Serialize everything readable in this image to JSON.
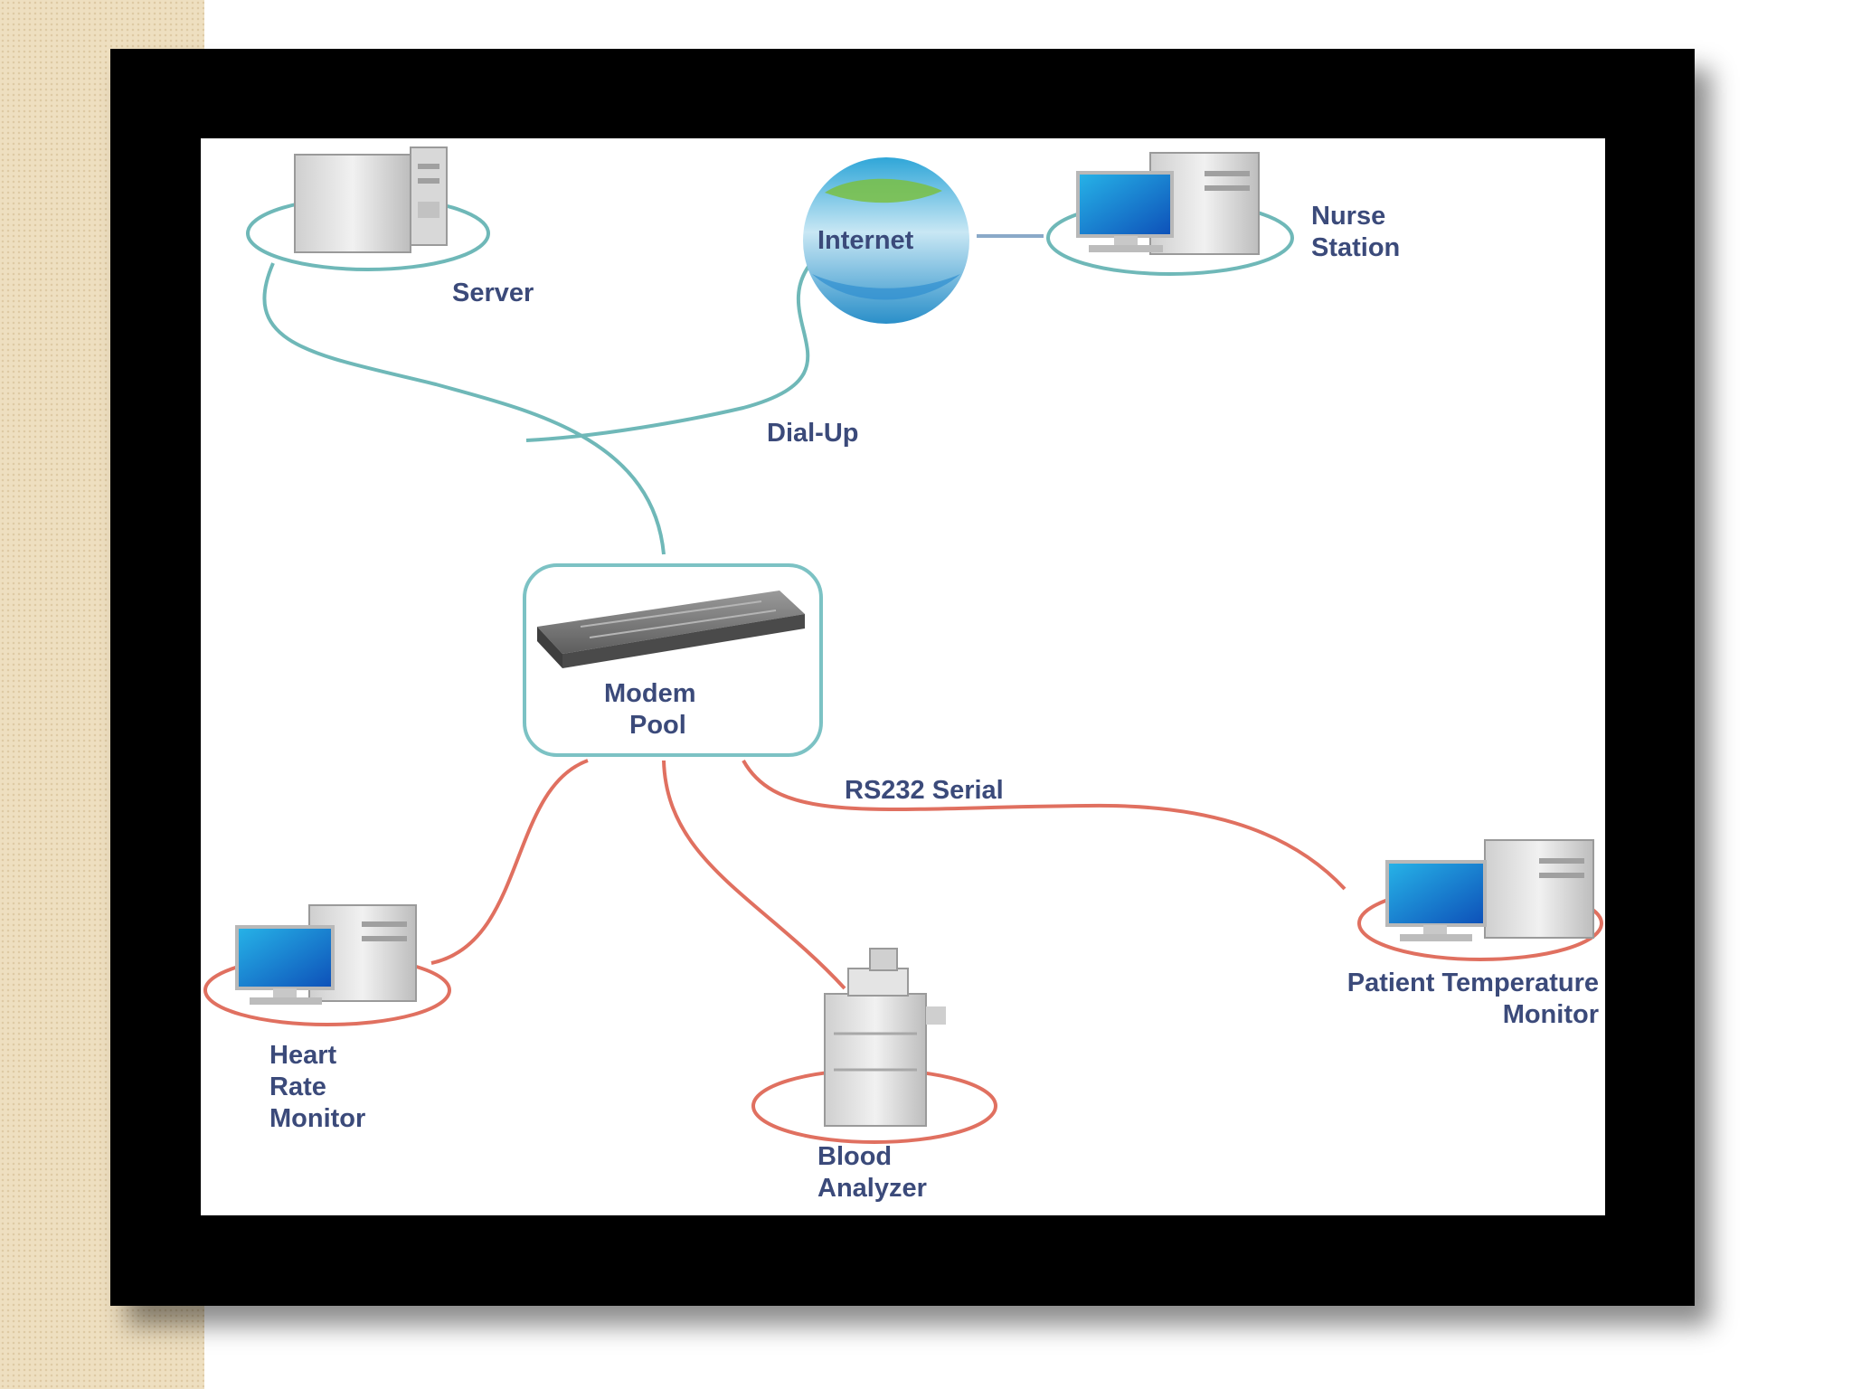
{
  "diagram": {
    "nodes": {
      "server": {
        "label": "Server"
      },
      "internet": {
        "label": "Internet"
      },
      "nurse_station": {
        "label_lines": [
          "Nurse",
          "Station"
        ]
      },
      "modem_pool": {
        "label_lines": [
          "Modem",
          "Pool"
        ]
      },
      "heart_rate_monitor": {
        "label_lines": [
          "Heart",
          "Rate",
          "Monitor"
        ]
      },
      "blood_analyzer": {
        "label_lines": [
          "Blood",
          "Analyzer"
        ]
      },
      "patient_temperature_monitor": {
        "label_lines": [
          "Patient Temperature",
          "Monitor"
        ]
      }
    },
    "connections": {
      "dial_up": {
        "label": "Dial-Up",
        "color": "#6fb8b8"
      },
      "rs232": {
        "label": "RS232 Serial",
        "color": "#e07060"
      }
    }
  }
}
